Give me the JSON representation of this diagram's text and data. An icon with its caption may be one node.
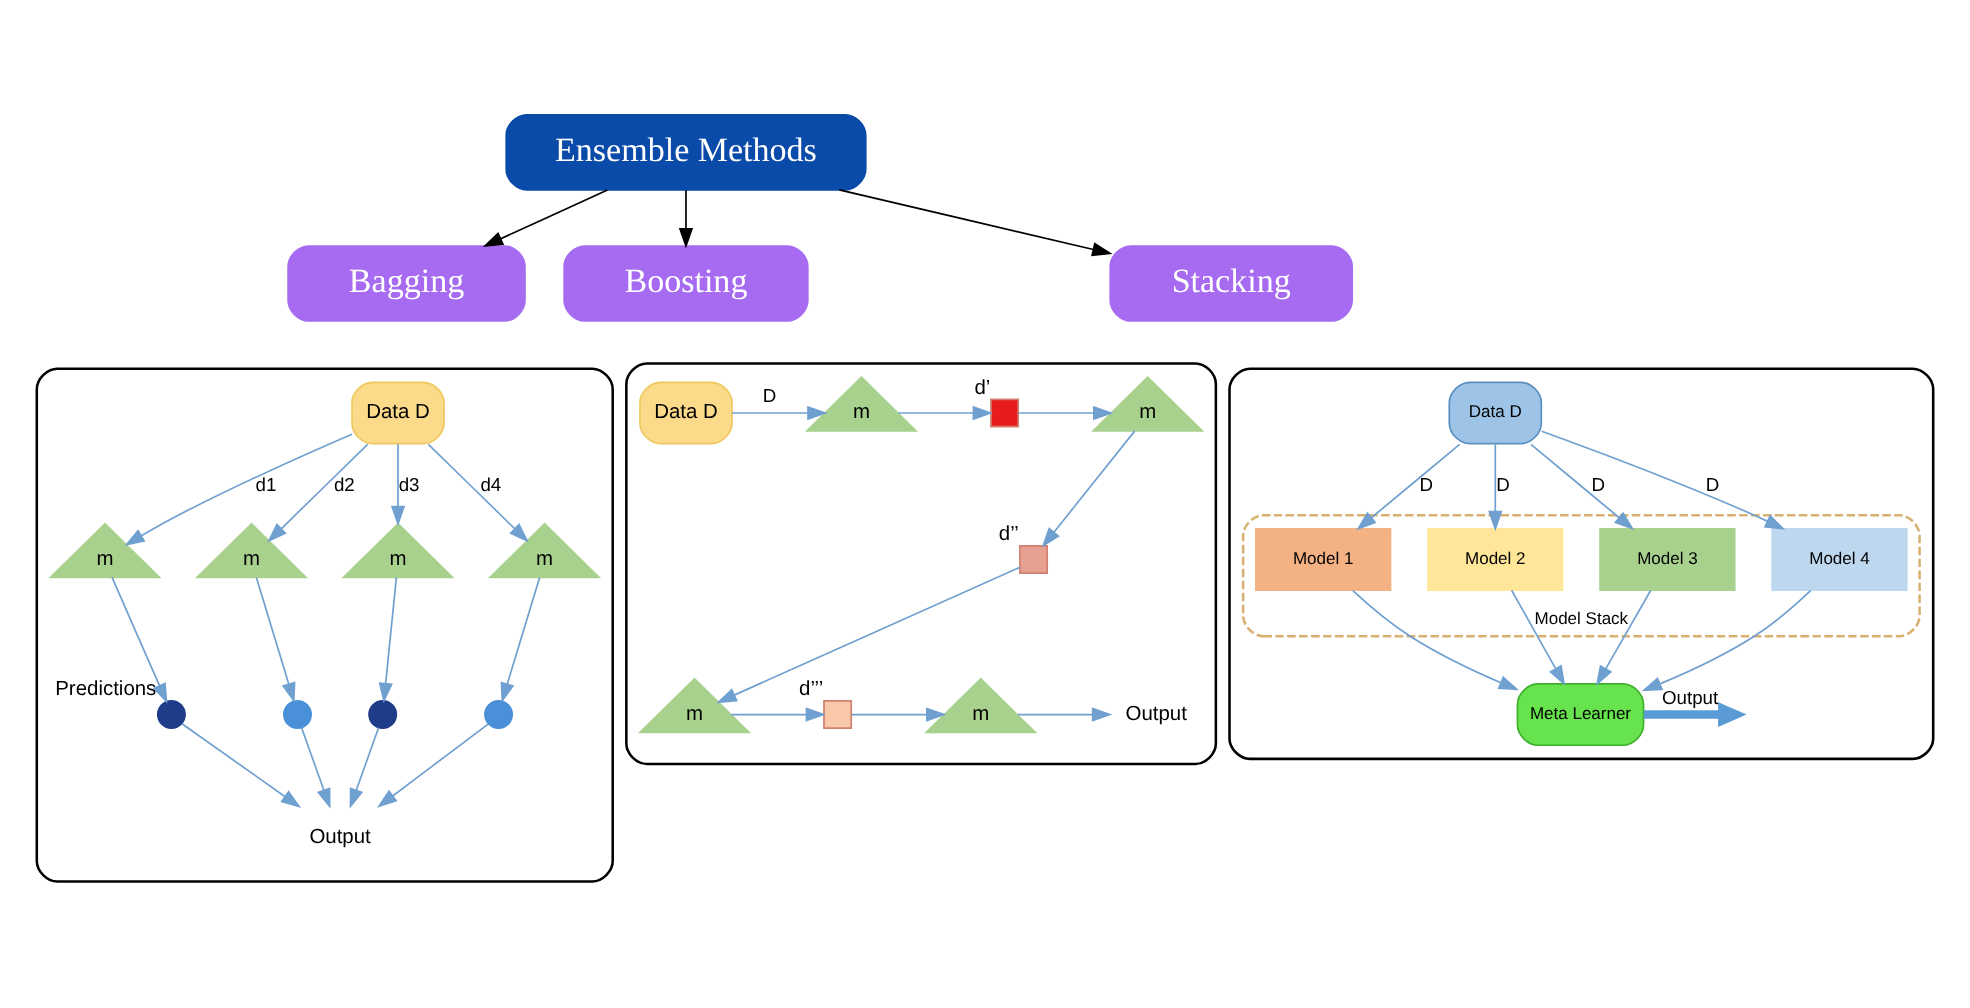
{
  "diagram": {
    "nodes": [
      {
        "text": [
          "Ensemble Methods"
        ]
      },
      {
        "text": [
          "Bagging"
        ]
      },
      {
        "text": [
          "Boosting"
        ]
      },
      {
        "text": [
          "Stacking"
        ]
      },
      {
        "text": [],
        "shape": "box"
      },
      {
        "text": [
          "Data D"
        ],
        "in": 4
      },
      {
        "text": [
          "m"
        ],
        "in": 4
      },
      {
        "text": [
          "m"
        ],
        "in": 4
      },
      {
        "text": [
          "m"
        ],
        "in": 4
      },
      {
        "text": [
          "m"
        ],
        "in": 4
      },
      {
        "text": [],
        "shape": "circle",
        "in": 4,
        "beside": [
          "Predictions"
        ]
      },
      {
        "text": [],
        "shape": "circle",
        "in": 4
      },
      {
        "text": [],
        "shape": "circle",
        "in": 4
      },
      {
        "text": [],
        "shape": "circle",
        "in": 4
      },
      {
        "text": [
          "Output"
        ],
        "in": 4
      },
      {
        "text": [],
        "shape": "box"
      },
      {
        "text": [
          "Data D"
        ],
        "in": 15
      },
      {
        "text": [
          "m"
        ],
        "in": 15
      },
      {
        "text": [],
        "shape": "box",
        "in": 15,
        "beside": [
          "d’"
        ]
      },
      {
        "text": [
          "m"
        ],
        "in": 15
      },
      {
        "text": [],
        "shape": "box",
        "in": 15,
        "beside": [
          "d’’"
        ]
      },
      {
        "text": [
          "m"
        ],
        "in": 15
      },
      {
        "text": [],
        "shape": "box",
        "in": 15,
        "beside": [
          "d’’’"
        ]
      },
      {
        "text": [
          "m"
        ],
        "in": 15
      },
      {
        "text": [
          "Output"
        ],
        "in": 15
      },
      {
        "text": [],
        "shape": "box"
      },
      {
        "text": [
          "Data D"
        ],
        "in": 25
      },
      {
        "text": [
          "Model Stack"
        ],
        "in": 25
      },
      {
        "text": [
          "Model 1"
        ],
        "in": 27
      },
      {
        "text": [
          "Model 2"
        ],
        "in": 27
      },
      {
        "text": [
          "Model 3"
        ],
        "in": 27
      },
      {
        "text": [
          "Model 4"
        ],
        "in": 27
      },
      {
        "text": [
          "Meta Learner"
        ],
        "in": 25
      }
    ],
    "edges": [
      {
        "from": 0,
        "to": 1,
        "arrow": "to",
        "color": "#000000"
      },
      {
        "from": 0,
        "to": 2,
        "arrow": "to",
        "color": "#000000"
      },
      {
        "from": 0,
        "to": 3,
        "arrow": "to",
        "color": "#000000"
      },
      {
        "from": 5,
        "to": 6,
        "arrow": "to",
        "label": "d1"
      },
      {
        "from": 5,
        "to": 7,
        "arrow": "to",
        "label": "d2"
      },
      {
        "from": 5,
        "to": 8,
        "arrow": "to",
        "label": "d3"
      },
      {
        "from": 5,
        "to": 9,
        "arrow": "to",
        "label": "d4"
      },
      {
        "from": 6,
        "to": 10,
        "arrow": "to"
      },
      {
        "from": 7,
        "to": 11,
        "arrow": "to"
      },
      {
        "from": 8,
        "to": 12,
        "arrow": "to"
      },
      {
        "from": 9,
        "to": 13,
        "arrow": "to"
      },
      {
        "from": 10,
        "to": 14,
        "arrow": "to"
      },
      {
        "from": 11,
        "to": 14,
        "arrow": "to"
      },
      {
        "from": 12,
        "to": 14,
        "arrow": "to"
      },
      {
        "from": 13,
        "to": 14,
        "arrow": "to"
      },
      {
        "from": 16,
        "to": 17,
        "arrow": "to",
        "label": "D"
      },
      {
        "from": 17,
        "to": 18,
        "arrow": "to"
      },
      {
        "from": 18,
        "to": 19,
        "arrow": "to"
      },
      {
        "from": 19,
        "to": 20,
        "arrow": "to"
      },
      {
        "from": 20,
        "to": 21,
        "arrow": "to"
      },
      {
        "from": 21,
        "to": 22,
        "arrow": "to"
      },
      {
        "from": 22,
        "to": 23,
        "arrow": "to"
      },
      {
        "from": 23,
        "to": 24,
        "arrow": "to"
      },
      {
        "from": 26,
        "to": 28,
        "arrow": "to",
        "label": "D"
      },
      {
        "from": 26,
        "to": 29,
        "arrow": "to",
        "label": "D"
      },
      {
        "from": 26,
        "to": 30,
        "arrow": "to",
        "label": "D"
      },
      {
        "from": 26,
        "to": 31,
        "arrow": "to",
        "label": "D"
      },
      {
        "from": 28,
        "to": 32,
        "arrow": "to"
      },
      {
        "from": 29,
        "to": 32,
        "arrow": "to"
      },
      {
        "from": 30,
        "to": 32,
        "arrow": "to"
      },
      {
        "from": 31,
        "to": 32,
        "arrow": "to"
      },
      {
        "from": 32,
        "to": null,
        "arrow": "to",
        "label": "Output",
        "style": "thick",
        "color": "#5b9bd5"
      }
    ]
  }
}
